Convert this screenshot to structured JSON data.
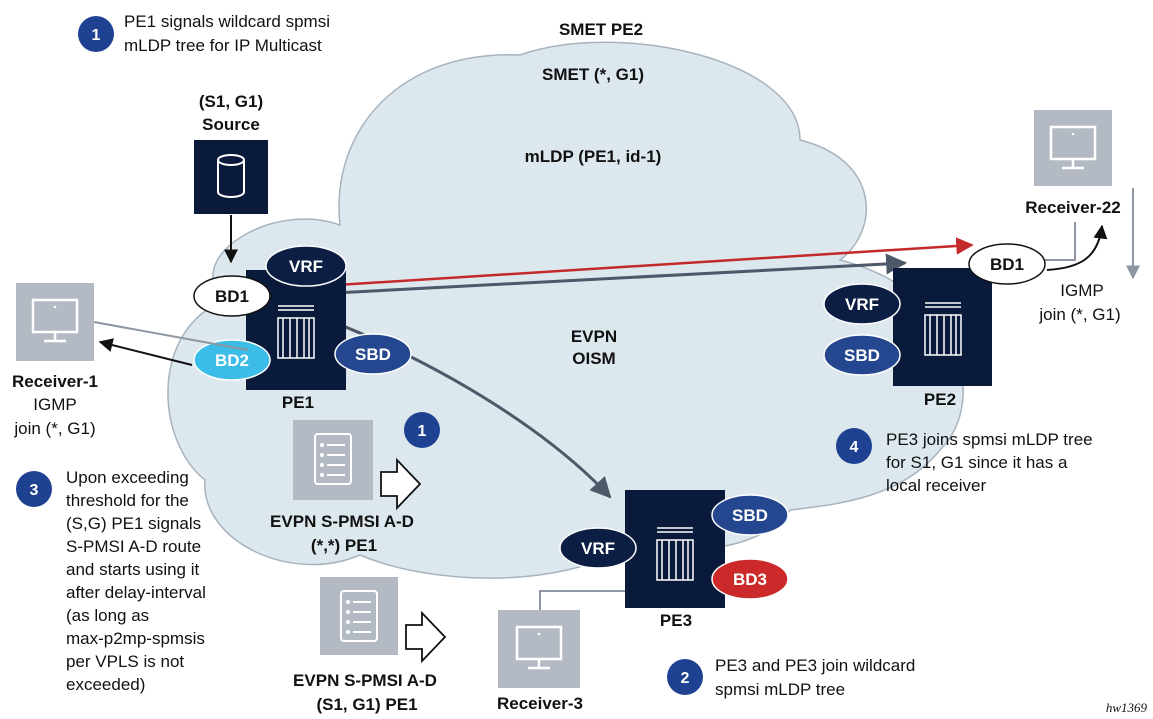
{
  "cloud": {
    "title": "SMET PE2",
    "smet": "SMET (*, G1)",
    "mldp": "mLDP (PE1, id-1)",
    "evpn": "EVPN",
    "oism": "OISM"
  },
  "source": {
    "line1": "(S1, G1)",
    "line2": "Source"
  },
  "routers": {
    "pe1": {
      "name": "PE1",
      "vrf": "VRF",
      "sbd": "SBD",
      "bd1": "BD1",
      "bd2": "BD2"
    },
    "pe2": {
      "name": "PE2",
      "vrf": "VRF",
      "sbd": "SBD",
      "bd1": "BD1"
    },
    "pe3": {
      "name": "PE3",
      "vrf": "VRF",
      "sbd": "SBD",
      "bd3": "BD3"
    }
  },
  "receivers": {
    "r1": {
      "name": "Receiver-1",
      "igmp": "IGMP",
      "join": "join (*, G1)"
    },
    "r22": {
      "name": "Receiver-22",
      "igmp": "IGMP",
      "join": "join (*, G1)"
    },
    "r3": {
      "name": "Receiver-3"
    }
  },
  "routes": {
    "r1": {
      "line1": "EVPN S-PMSI A-D",
      "line2": "(*,*) PE1"
    },
    "r2": {
      "line1": "EVPN S-PMSI A-D",
      "line2": "(S1, G1) PE1"
    }
  },
  "steps": {
    "s1": {
      "num": "1",
      "lines": [
        "PE1 signals wildcard spmsi",
        "mLDP tree for IP Multicast"
      ]
    },
    "s1b": {
      "num": "1"
    },
    "s2": {
      "num": "2",
      "lines": [
        "PE3 and PE3 join wildcard",
        "spmsi mLDP tree"
      ]
    },
    "s3": {
      "num": "3",
      "lines": [
        "Upon exceeding",
        "threshold for the",
        "(S,G) PE1 signals",
        "S-PMSI A-D route",
        "and starts using it",
        "after delay-interval",
        "(as long as",
        "max-p2mp-spmsis",
        "per VPLS is not",
        "exceeded)"
      ]
    },
    "s4": {
      "num": "4",
      "lines": [
        "PE3 joins spmsi mLDP tree",
        "for S1, G1 since it has a",
        "local receiver"
      ]
    }
  },
  "figure_tag": "hw1369",
  "colors": {
    "cloud_fill": "#dde8ee",
    "cloud_stroke": "#a7b3be",
    "router_navy": "#0a1a3a",
    "oval_dark": "#0d1e45",
    "sbd_blue": "#24478f",
    "bd2_cyan": "#3cbde8",
    "bd3_red": "#cc2a2a",
    "step_blue": "#1f4192",
    "tree_arrow": "#4d5868",
    "red_arrow": "#c42a2a",
    "terminal_gray": "#b3bac4"
  },
  "icons": {
    "source": "database-icon",
    "receiver": "monitor-icon",
    "route": "document-list-icon",
    "route_arrow": "outline-arrow-icon"
  }
}
